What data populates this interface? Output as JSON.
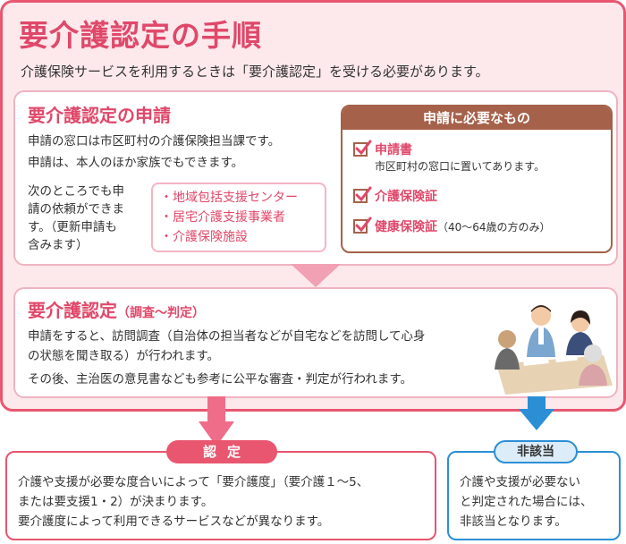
{
  "title": "要介護認定の手順",
  "intro": "介護保険サービスを利用するときは「要介護認定」を受ける必要があります。",
  "application": {
    "title": "要介護認定の申請",
    "line1": "申請の窓口は市区町村の介護保険担当課です。",
    "line2": "申請は、本人のほか家族でもできます。",
    "also_lines": [
      "次のところでも申",
      "請の依頼ができま",
      "す。（更新申請も",
      "含みます）"
    ],
    "places": [
      "・地域包括支援センター",
      "・居宅介護支援事業者",
      "・介護保険施設"
    ]
  },
  "requirements": {
    "header": "申請に必要なもの",
    "items": [
      {
        "label": "申請書",
        "note": "市区町村の窓口に置いてあります。"
      },
      {
        "label": "介護保険証",
        "note": ""
      },
      {
        "label": "健康保険証",
        "note": "（40～64歳の方のみ）"
      }
    ]
  },
  "certification": {
    "title": "要介護認定",
    "subtitle": "（調査～判定）",
    "lines": [
      "申請をすると、訪問調査（自治体の担当者などが自宅などを訪問して心身",
      "の状態を聞き取る）が行われます。",
      "その後、主治医の意見書なども参考に公平な審査・判定が行われます。"
    ]
  },
  "approved": {
    "badge": "認定",
    "lines": [
      "介護や支援が必要な度合いによって「要介護度」（要介護１～5、",
      "または要支援1・2）が決まります。",
      "要介護度によって利用できるサービスなどが異なります。"
    ]
  },
  "not_applicable": {
    "badge": "非該当",
    "lines": [
      "介護や支援が必要ない",
      "と判定された場合には、",
      "非該当となります。"
    ]
  },
  "colors": {
    "accent": "#e0486a",
    "border_pink": "#e8566f",
    "panel_bg": "#fde9ec",
    "brown": "#a5614a",
    "blue": "#2b8fd6"
  }
}
